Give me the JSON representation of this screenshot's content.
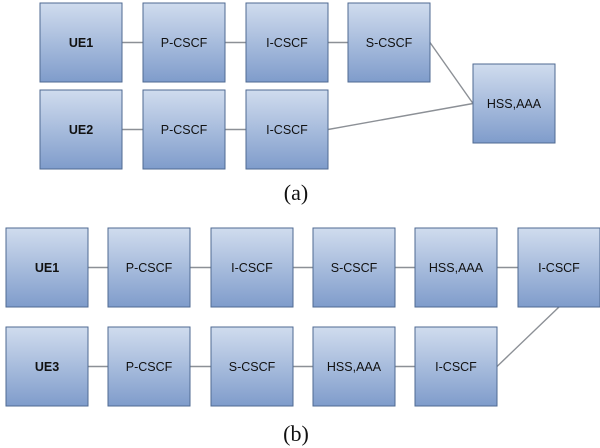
{
  "colors": {
    "box_top": "#d0dcee",
    "box_bottom": "#7f9ccb",
    "box_stroke": "#4f6a92",
    "edge": "#8c9096"
  },
  "diagram_a": {
    "caption": "(a)",
    "nodes": [
      {
        "id": "a_ue1",
        "label": "UE1",
        "bold": true
      },
      {
        "id": "a_pcscf1",
        "label": "P-CSCF",
        "bold": false
      },
      {
        "id": "a_icscf1",
        "label": "I-CSCF",
        "bold": false
      },
      {
        "id": "a_scscf1",
        "label": "S-CSCF",
        "bold": false
      },
      {
        "id": "a_hss",
        "label": "HSS,AAA",
        "bold": false
      },
      {
        "id": "a_ue2",
        "label": "UE2",
        "bold": true
      },
      {
        "id": "a_pcscf2",
        "label": "P-CSCF",
        "bold": false
      },
      {
        "id": "a_icscf2",
        "label": "I-CSCF",
        "bold": false
      }
    ],
    "edges": [
      [
        "a_ue1",
        "a_pcscf1"
      ],
      [
        "a_pcscf1",
        "a_icscf1"
      ],
      [
        "a_icscf1",
        "a_scscf1"
      ],
      [
        "a_scscf1",
        "a_hss"
      ],
      [
        "a_ue2",
        "a_pcscf2"
      ],
      [
        "a_pcscf2",
        "a_icscf2"
      ],
      [
        "a_icscf2",
        "a_hss"
      ]
    ]
  },
  "diagram_b": {
    "caption": "(b)",
    "nodes": [
      {
        "id": "b_ue1",
        "label": "UE1",
        "bold": true
      },
      {
        "id": "b_pcscf1",
        "label": "P-CSCF",
        "bold": false
      },
      {
        "id": "b_icscf1",
        "label": "I-CSCF",
        "bold": false
      },
      {
        "id": "b_scscf1",
        "label": "S-CSCF",
        "bold": false
      },
      {
        "id": "b_hss1",
        "label": "HSS,AAA",
        "bold": false
      },
      {
        "id": "b_icscf2",
        "label": "I-CSCF",
        "bold": false
      },
      {
        "id": "b_ue3",
        "label": "UE3",
        "bold": true
      },
      {
        "id": "b_pcscf2",
        "label": "P-CSCF",
        "bold": false
      },
      {
        "id": "b_scscf2",
        "label": "S-CSCF",
        "bold": false
      },
      {
        "id": "b_hss2",
        "label": "HSS,AAA",
        "bold": false
      },
      {
        "id": "b_icscf3",
        "label": "I-CSCF",
        "bold": false
      }
    ],
    "edges": [
      [
        "b_ue1",
        "b_pcscf1"
      ],
      [
        "b_pcscf1",
        "b_icscf1"
      ],
      [
        "b_icscf1",
        "b_scscf1"
      ],
      [
        "b_scscf1",
        "b_hss1"
      ],
      [
        "b_hss1",
        "b_icscf2"
      ],
      [
        "b_icscf2",
        "b_icscf3"
      ],
      [
        "b_ue3",
        "b_pcscf2"
      ],
      [
        "b_pcscf2",
        "b_scscf2"
      ],
      [
        "b_scscf2",
        "b_hss2"
      ],
      [
        "b_hss2",
        "b_icscf3"
      ]
    ]
  }
}
